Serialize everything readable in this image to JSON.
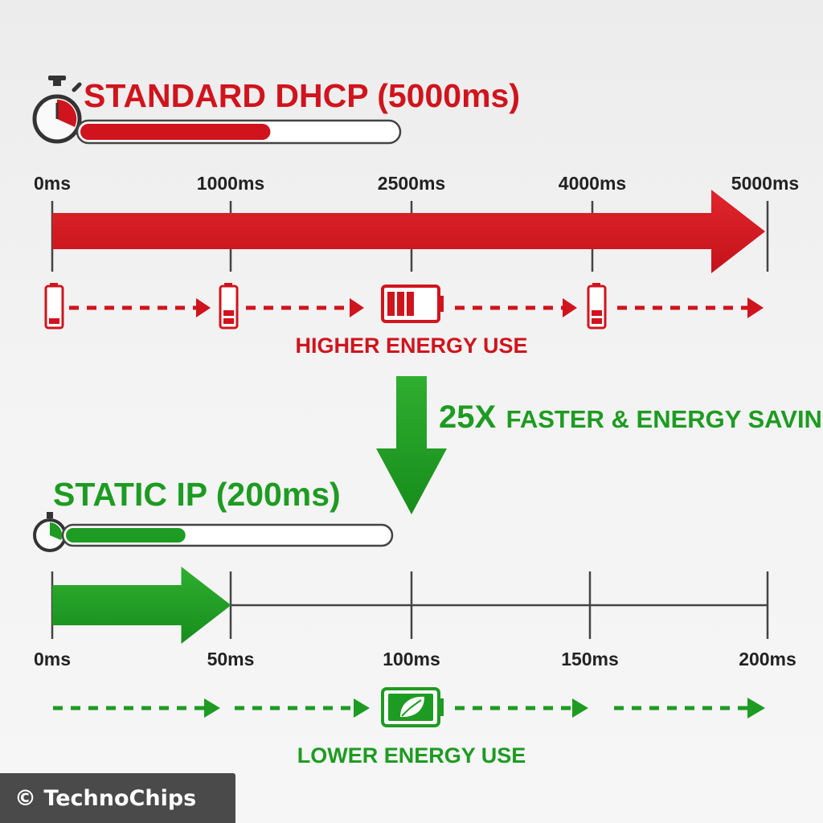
{
  "colors": {
    "red": "#d0141d",
    "green": "#1e9b22",
    "dark": "#333333",
    "background": "#f1f1f1"
  },
  "dhcp": {
    "title": "STANDARD DHCP (5000ms)",
    "progress": 0.6,
    "ticks": [
      "0ms",
      "1000ms",
      "2500ms",
      "4000ms",
      "5000ms"
    ],
    "energy_label": "HIGHER ENERGY USE",
    "battery_icon": "battery-high-drain-icon"
  },
  "comparison": {
    "multiplier": "25X",
    "text": "FASTER & ENERGY SAVING",
    "icon": "arrow-down-icon"
  },
  "static_ip": {
    "title": "STATIC IP (200ms)",
    "progress": 0.37,
    "ticks": [
      "0ms",
      "50ms",
      "100ms",
      "150ms",
      "200ms"
    ],
    "arrow_end_value": 50,
    "energy_label": "LOWER ENERGY USE",
    "battery_icon": "battery-leaf-icon"
  },
  "watermark": "© TechnoChips"
}
